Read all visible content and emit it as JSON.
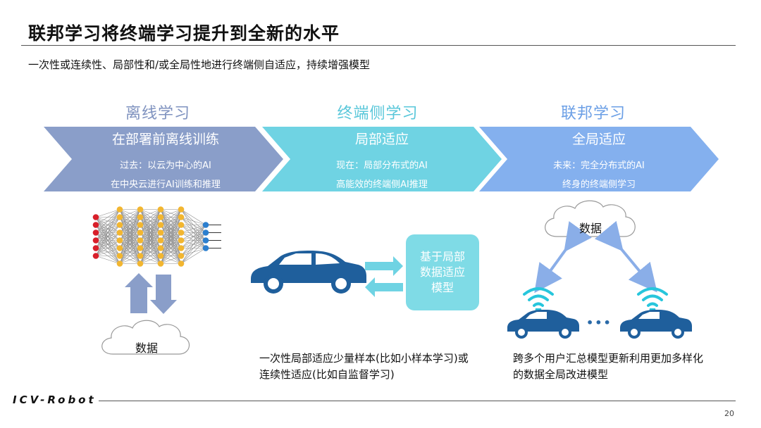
{
  "title": "联邦学习将终端学习提升到全新的水平",
  "subtitle": "一次性或连续性、局部性和/或全局性地进行终端侧自适应，持续增强模型",
  "stages": [
    {
      "heading": "离线学习",
      "chevron_title": "在部署前离线训练",
      "line1": "过去：以云为中心的AI",
      "line2": "在中央云进行AI训练和推理",
      "color": "#8a9ec9"
    },
    {
      "heading": "终端侧学习",
      "chevron_title": "局部适应",
      "line1": "现在：局部分布式的AI",
      "line2": "高能效的终端侧AI推理",
      "color": "#6fd3e3"
    },
    {
      "heading": "联邦学习",
      "chevron_title": "全局适应",
      "line1": "未来：完全分布式的AI",
      "line2": "终身的终端侧学习",
      "color": "#84b0ee"
    }
  ],
  "left_cloud_label": "数据",
  "right_cloud_label": "数据",
  "model_box_text": "基于局部数据适应模型",
  "middle_caption": "一次性局部适应少量样本(比如小样本学习)或连续性适应(比如自监督学习)",
  "right_caption": "跨多个用户汇总模型更新利用更加多样化的数据全局改进模型",
  "dots": "•••",
  "brand": "ICV-Robot",
  "page_number": "20"
}
